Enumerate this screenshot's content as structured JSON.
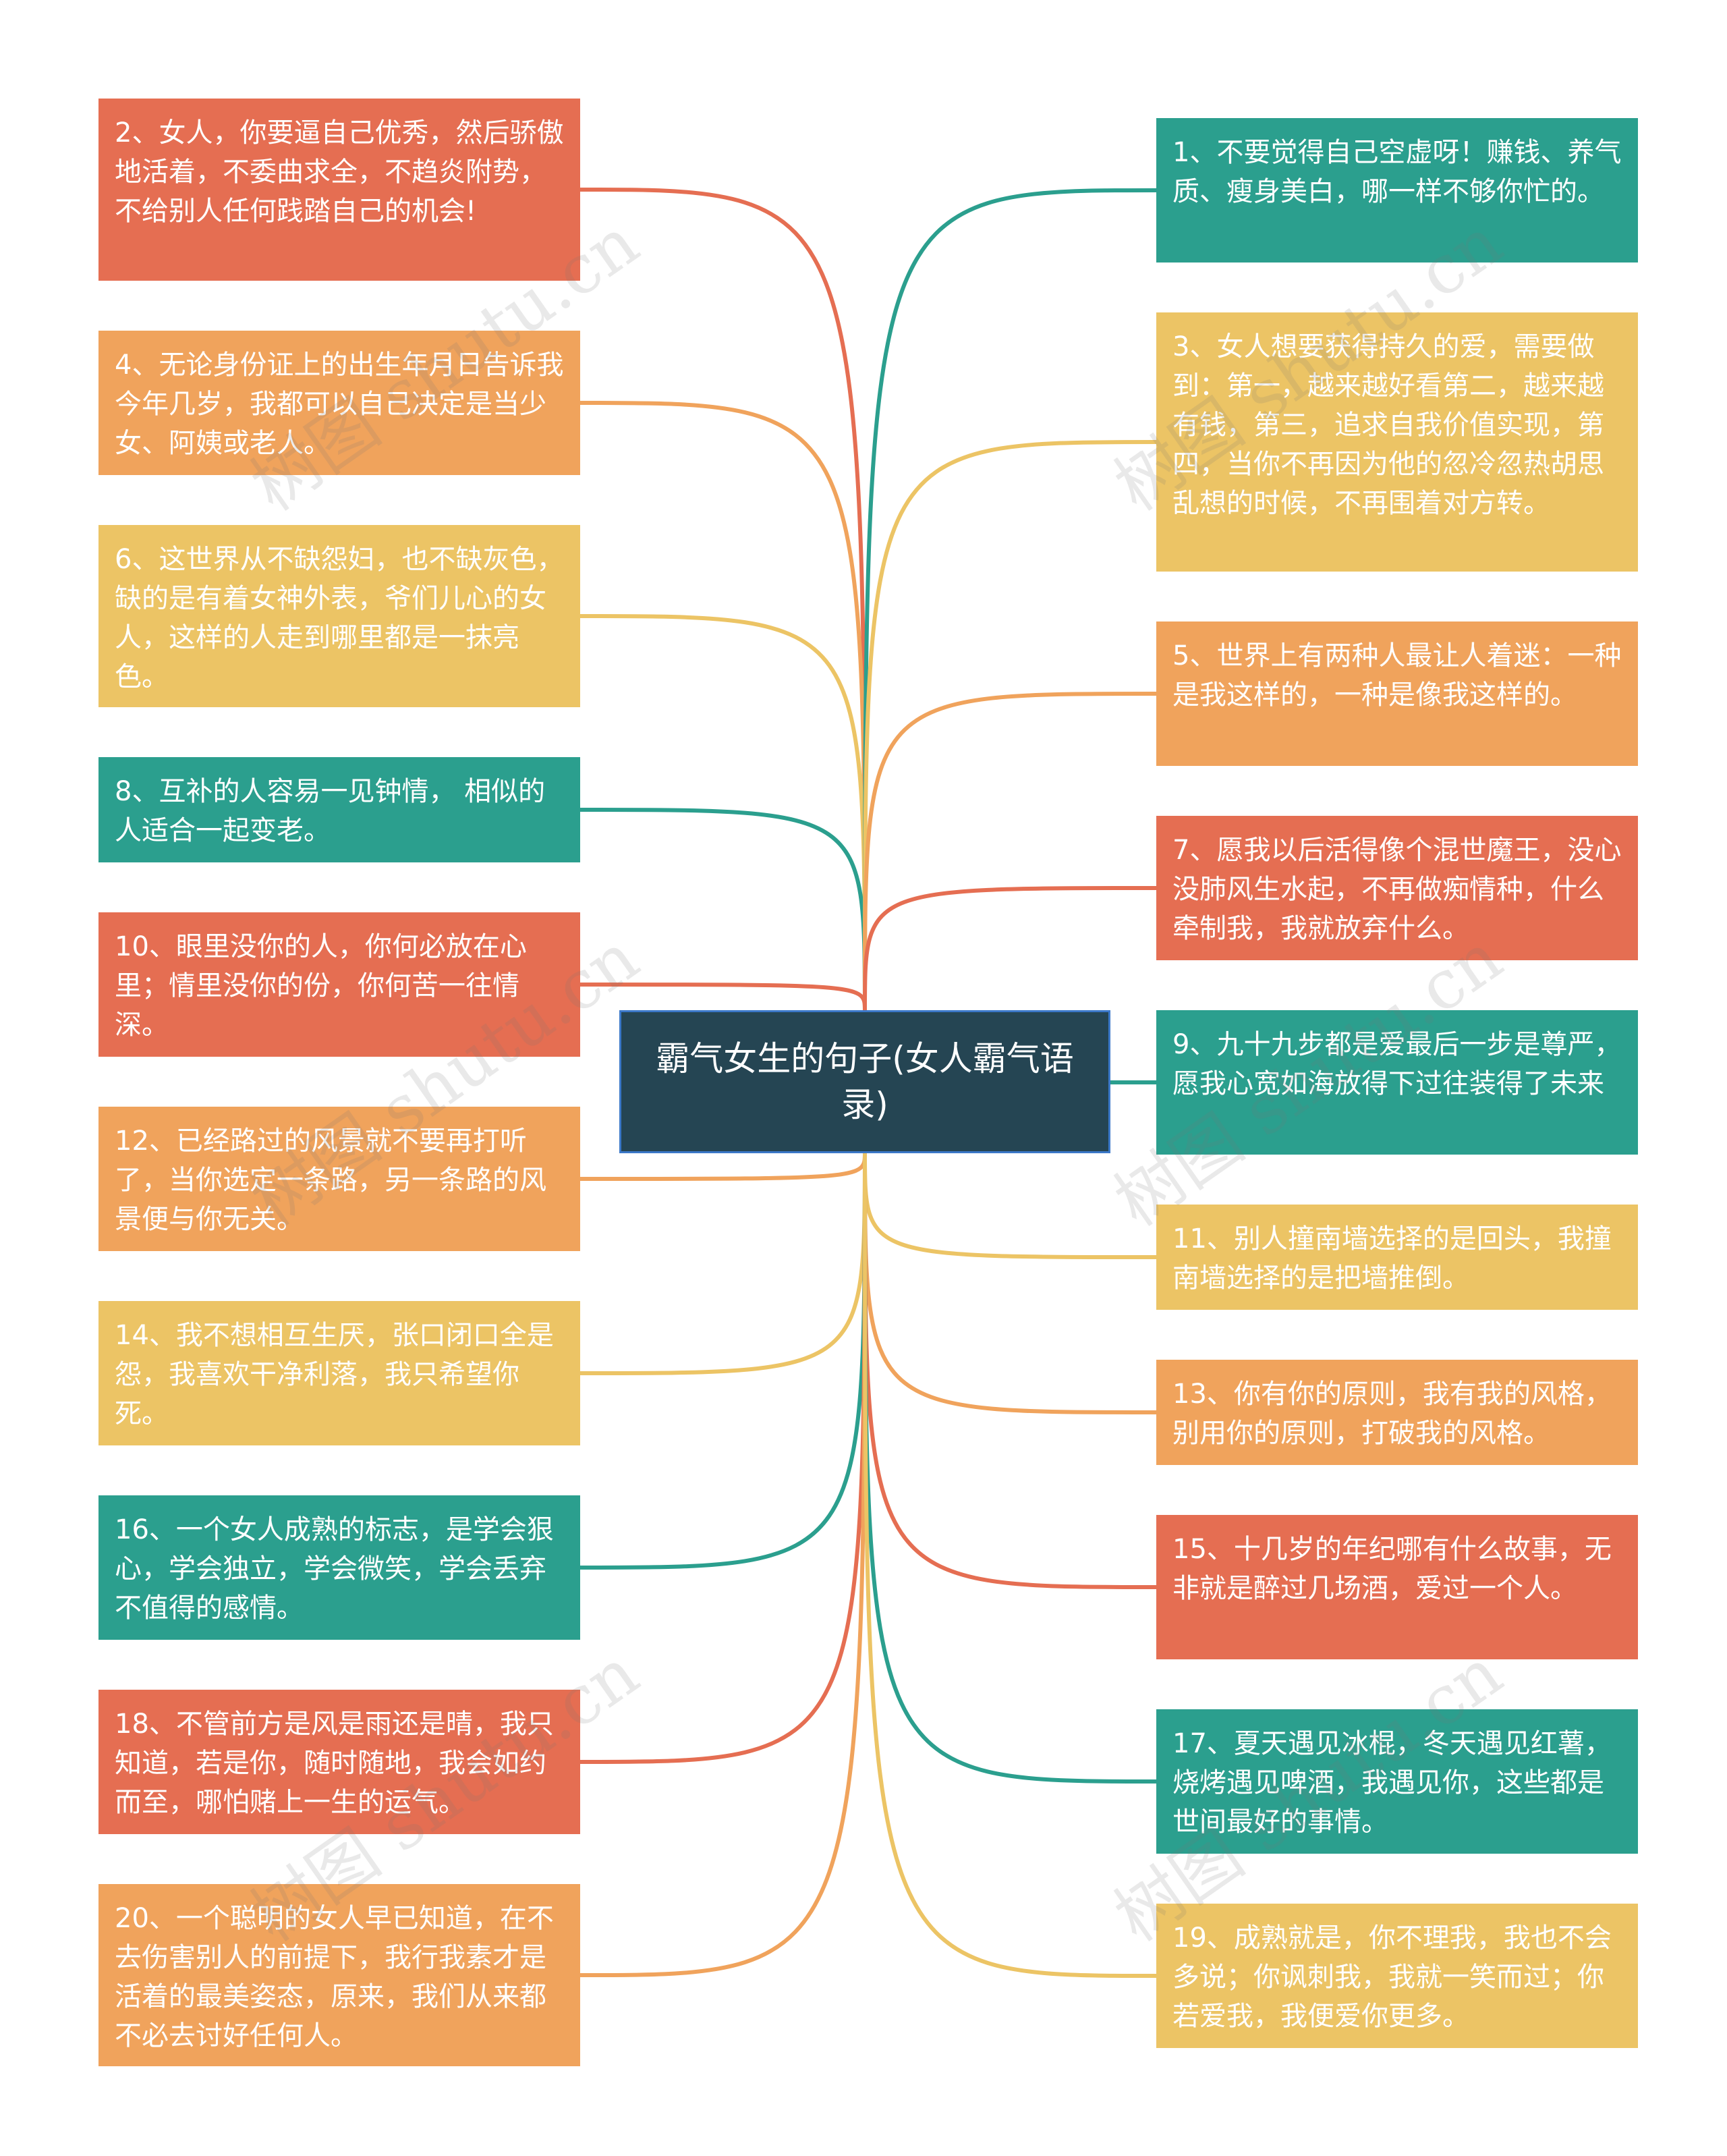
{
  "center": {
    "title": "霸气女生的句子(女人霸气语录)"
  },
  "watermark": "树图 shutu.cn",
  "colors": {
    "center_bg": "#254553",
    "center_border": "#3b78c8",
    "red": "#e56e52",
    "orange": "#f0a35c",
    "yellow": "#ecc465",
    "teal": "#2b9f8e"
  },
  "left_nodes": [
    {
      "text": "2、女人，你要逼自己优秀，然后骄傲地活着，不委曲求全，不趋炎附势，不给别人任何践踏自己的机会!",
      "color": "red"
    },
    {
      "text": "4、无论身份证上的出生年月日告诉我今年几岁，我都可以自己决定是当少女、阿姨或老人。",
      "color": "orange"
    },
    {
      "text": "6、这世界从不缺怨妇，也不缺灰色，缺的是有着女神外表，爷们儿心的女人，这样的人走到哪里都是一抹亮色。",
      "color": "yellow"
    },
    {
      "text": "8、互补的人容易一见钟情， 相似的人适合一起变老。",
      "color": "teal"
    },
    {
      "text": "10、眼里没你的人，你何必放在心里；情里没你的份，你何苦一往情深。",
      "color": "red"
    },
    {
      "text": "12、已经路过的风景就不要再打听了，当你选定一条路，另一条路的风景便与你无关。",
      "color": "orange"
    },
    {
      "text": "14、我不想相互生厌，张口闭口全是怨，我喜欢干净利落，我只希望你死。",
      "color": "yellow"
    },
    {
      "text": "16、一个女人成熟的标志，是学会狠心，学会独立，学会微笑，学会丢弃不值得的感情。",
      "color": "teal"
    },
    {
      "text": "18、不管前方是风是雨还是晴，我只知道，若是你，随时随地，我会如约而至，哪怕赌上一生的运气。",
      "color": "red"
    },
    {
      "text": "20、一个聪明的女人早已知道，在不去伤害别人的前提下，我行我素才是活着的最美姿态，原来，我们从来都不必去讨好任何人。",
      "color": "orange"
    }
  ],
  "right_nodes": [
    {
      "text": "1、不要觉得自己空虚呀！赚钱、养气质、瘦身美白，哪一样不够你忙的。",
      "color": "teal"
    },
    {
      "text": "3、女人想要获得持久的爱，需要做到：第一，越来越好看第二，越来越有钱，第三，追求自我价值实现，第四，当你不再因为他的忽冷忽热胡思乱想的时候，不再围着对方转。",
      "color": "yellow"
    },
    {
      "text": "5、世界上有两种人最让人着迷：一种是我这样的，一种是像我这样的。",
      "color": "orange"
    },
    {
      "text": "7、愿我以后活得像个混世魔王，没心没肺风生水起，不再做痴情种，什么牵制我，我就放弃什么。",
      "color": "red"
    },
    {
      "text": "9、九十九步都是爱最后一步是尊严，愿我心宽如海放得下过往装得了未来",
      "color": "teal"
    },
    {
      "text": "11、别人撞南墙选择的是回头，我撞南墙选择的是把墙推倒。",
      "color": "yellow"
    },
    {
      "text": "13、你有你的原则，我有我的风格，别用你的原则，打破我的风格。",
      "color": "orange"
    },
    {
      "text": "15、十几岁的年纪哪有什么故事，无非就是醉过几场酒，爱过一个人。",
      "color": "red"
    },
    {
      "text": "17、夏天遇见冰棍，冬天遇见红薯，烧烤遇见啤酒，我遇见你，这些都是世间最好的事情。",
      "color": "teal"
    },
    {
      "text": "19、成熟就是，你不理我，我也不会多说；你讽刺我，我就一笑而过；你若爱我，我便爱你更多。",
      "color": "yellow"
    }
  ]
}
